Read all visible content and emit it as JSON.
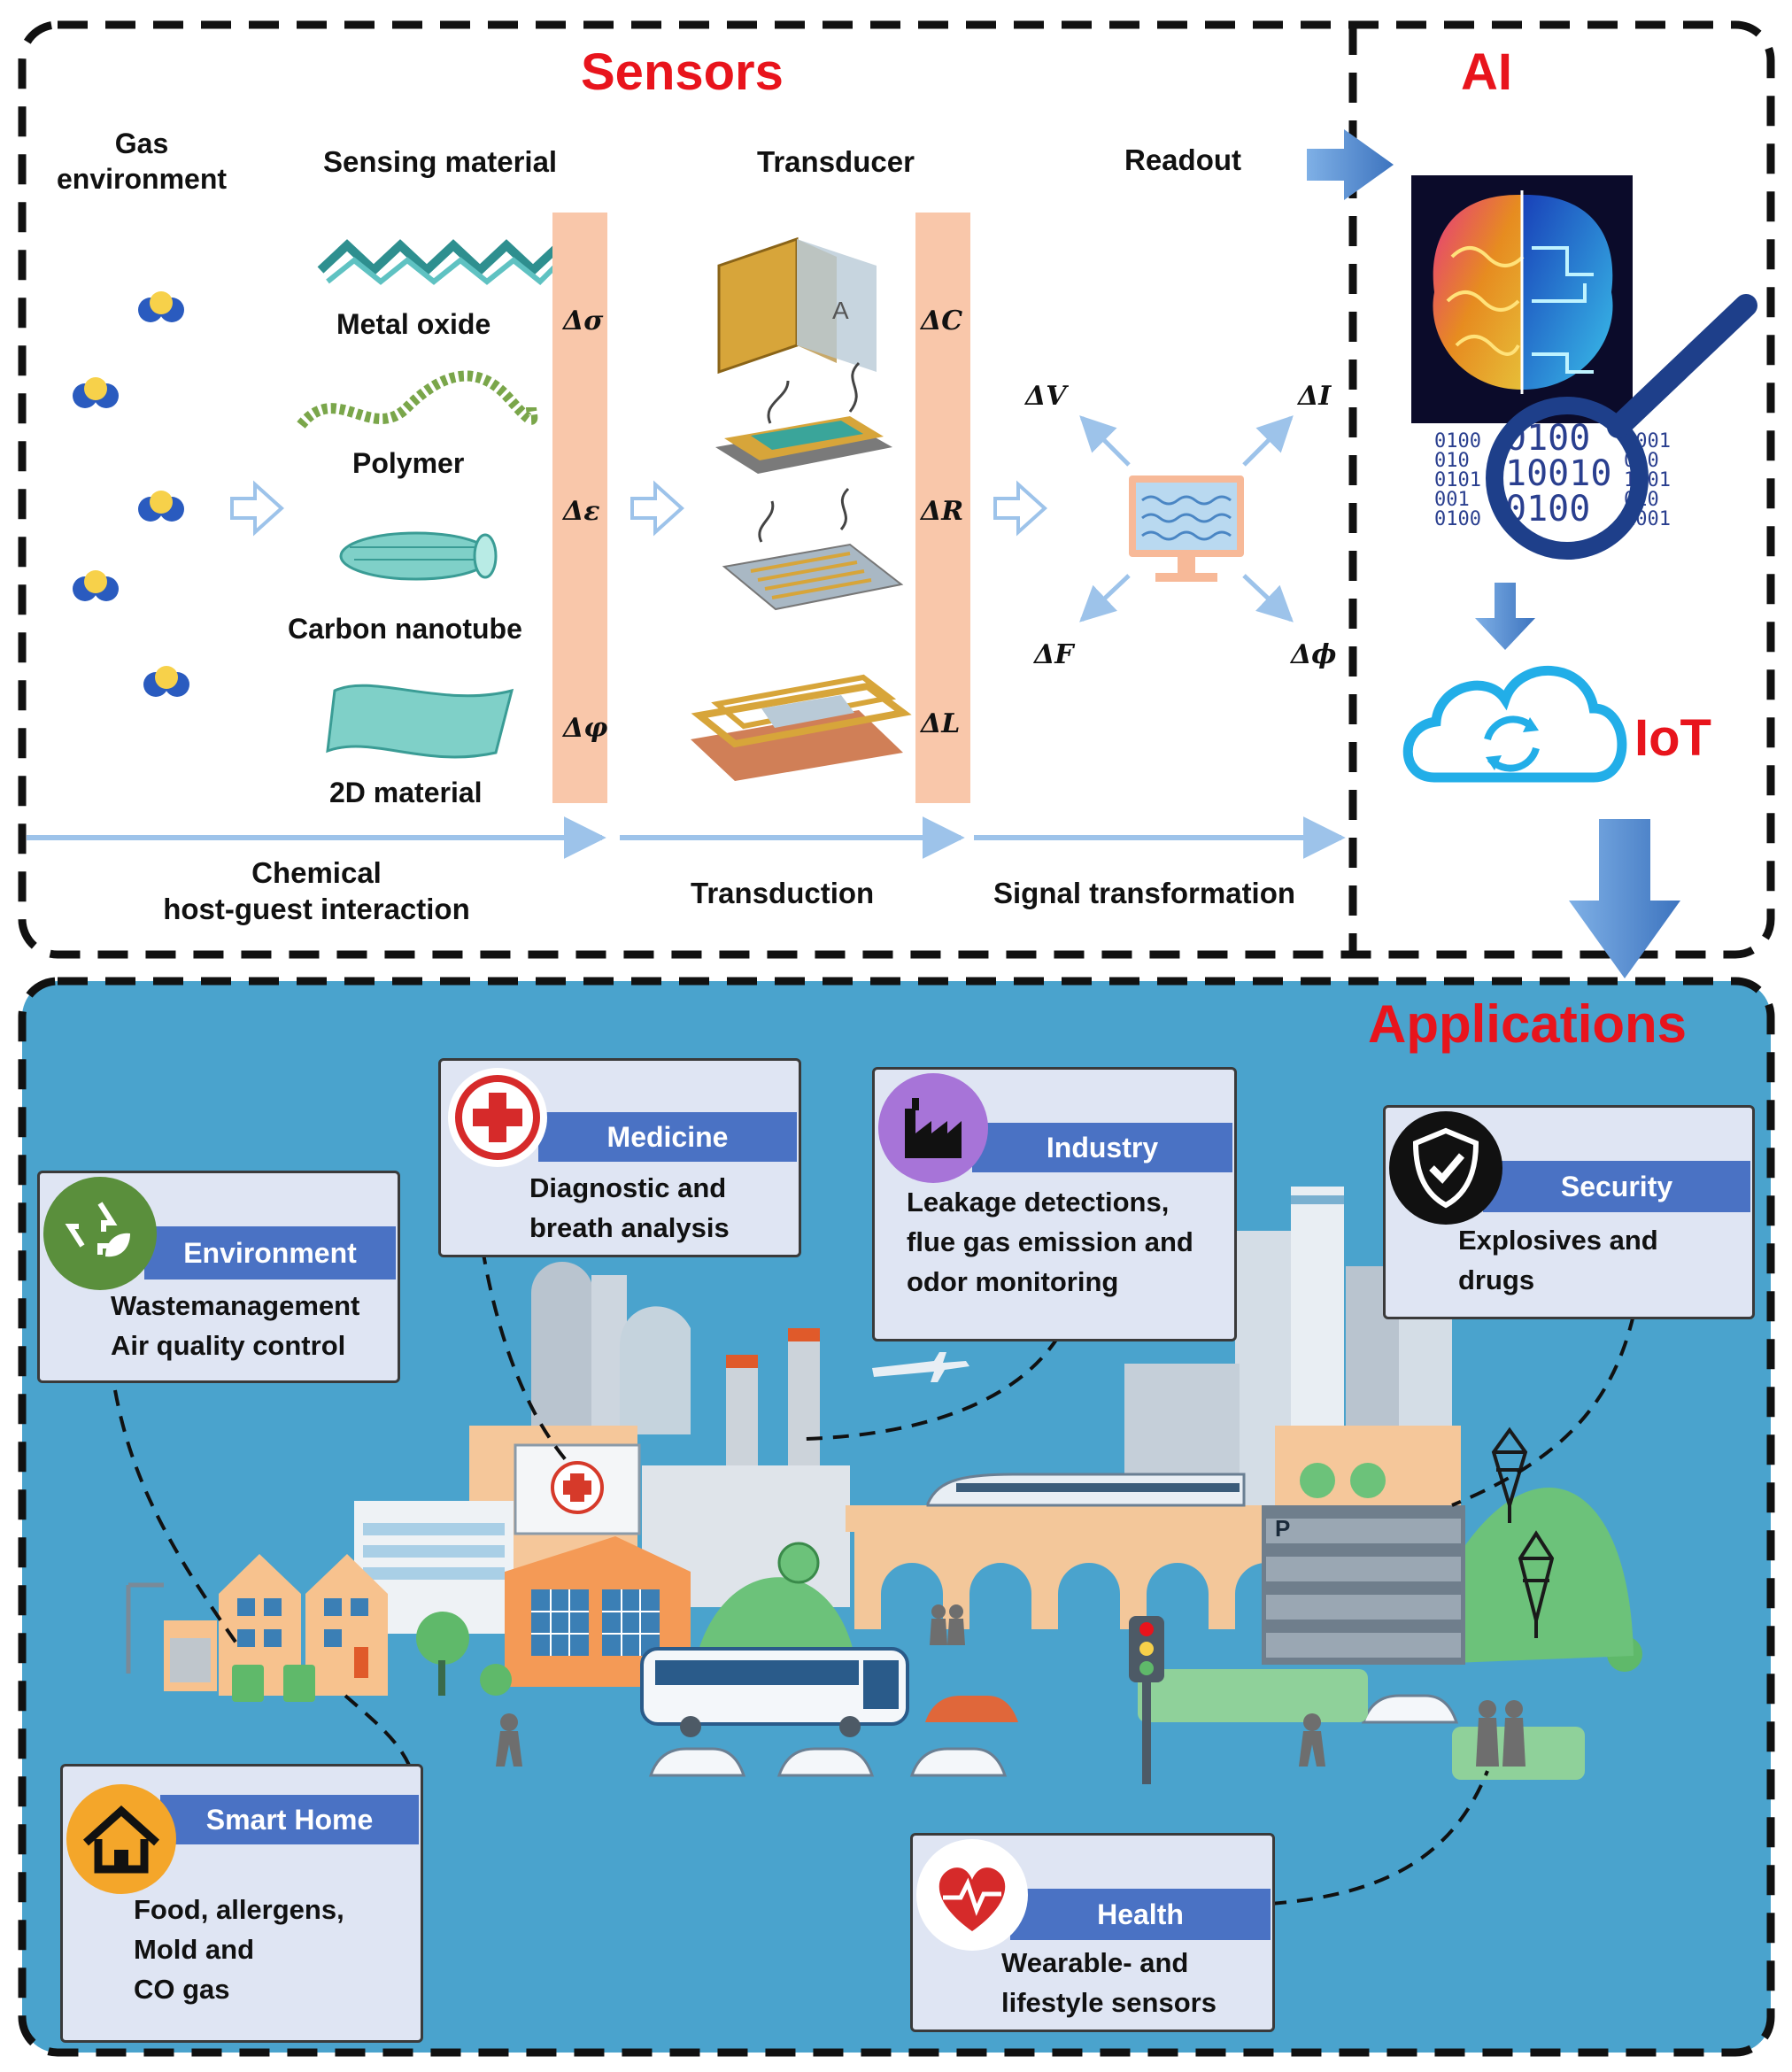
{
  "sensors": {
    "title": "Sensors",
    "columns": {
      "gas_environment": "Gas\nenvironment",
      "sensing_material": "Sensing material",
      "transducer": "Transducer",
      "readout": "Readout"
    },
    "materials": [
      "Metal oxide",
      "Polymer",
      "Carbon nanotube",
      "2D material"
    ],
    "material_deltas": [
      "Δσ",
      "Δε",
      "Δφ"
    ],
    "transducer_deltas": [
      "ΔC",
      "ΔR",
      "ΔL"
    ],
    "readout_deltas": [
      "ΔV",
      "ΔI",
      "ΔF",
      "Δϕ"
    ],
    "stages": [
      "Chemical\nhost-guest interaction",
      "Transduction",
      "Signal transformation"
    ],
    "transducer_plate_letter": "A"
  },
  "ai": {
    "title": "AI",
    "binary_left": "0100\n010\n0101\n001\n0100",
    "binary_center": "0100\n10010\n0100",
    "binary_right": "1001\n010\n1001\n010\n1001"
  },
  "iot": {
    "title": "IoT"
  },
  "applications": {
    "title": "Applications",
    "parking_letter": "P",
    "cards": [
      {
        "id": "medicine",
        "title": "Medicine",
        "text": "Diagnostic and\nbreath analysis",
        "icon": "medical-cross-icon"
      },
      {
        "id": "industry",
        "title": "Industry",
        "text": "Leakage detections,\nflue gas emission and\nodor monitoring",
        "icon": "factory-icon"
      },
      {
        "id": "security",
        "title": "Security",
        "text": "Explosives and\ndrugs",
        "icon": "shield-check-icon"
      },
      {
        "id": "environment",
        "title": "Environment",
        "text": "Wastemanagement\nAir quality control",
        "icon": "recycle-icon"
      },
      {
        "id": "smart_home",
        "title": "Smart Home",
        "text": "Food, allergens,\nMold and\nCO gas",
        "icon": "house-icon"
      },
      {
        "id": "health",
        "title": "Health",
        "text": "Wearable- and\nlifestyle sensors",
        "icon": "heart-pulse-icon"
      }
    ]
  },
  "colors": {
    "accent_red": "#e8141c",
    "panel_blue": "#4aa3cd",
    "card_band": "#4a72c4",
    "delta_bar": "#f9c7aa",
    "arrow_blue": "#5b8fd0"
  }
}
